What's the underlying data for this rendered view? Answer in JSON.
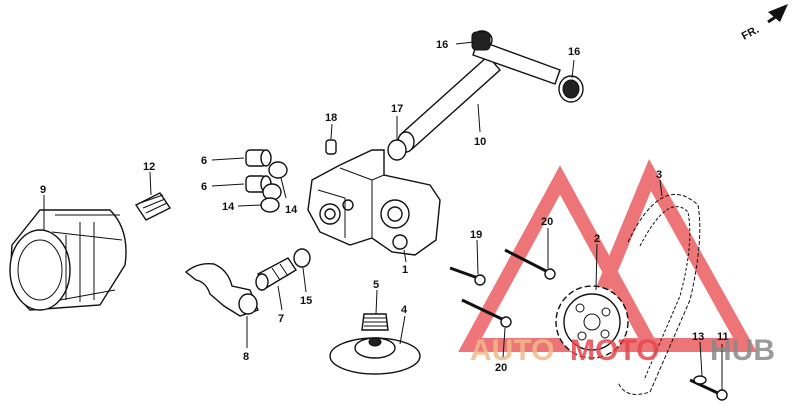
{
  "diagram": {
    "direction_marker": "FR.",
    "watermark": {
      "text_orange": "AUTO",
      "text_red": "MOTO",
      "text_gray": "HUB",
      "colors": {
        "orange": "#f2b98a",
        "red": "#e8474c",
        "gray": "#8a8a8a"
      }
    },
    "callouts": [
      {
        "id": "c16a",
        "text": "16"
      },
      {
        "id": "c16b",
        "text": "16"
      },
      {
        "id": "c10",
        "text": "10"
      },
      {
        "id": "c17",
        "text": "17"
      },
      {
        "id": "c18",
        "text": "18"
      },
      {
        "id": "c3",
        "text": "3"
      },
      {
        "id": "c12",
        "text": "12"
      },
      {
        "id": "c9",
        "text": "9"
      },
      {
        "id": "c6a",
        "text": "6"
      },
      {
        "id": "c6b",
        "text": "6"
      },
      {
        "id": "c14a",
        "text": "14"
      },
      {
        "id": "c14b",
        "text": "14"
      },
      {
        "id": "c20a",
        "text": "20"
      },
      {
        "id": "c19",
        "text": "19"
      },
      {
        "id": "c2",
        "text": "2"
      },
      {
        "id": "c1",
        "text": "1"
      },
      {
        "id": "c5",
        "text": "5"
      },
      {
        "id": "c15",
        "text": "15"
      },
      {
        "id": "c7",
        "text": "7"
      },
      {
        "id": "c4",
        "text": "4"
      },
      {
        "id": "c8",
        "text": "8"
      },
      {
        "id": "c20b",
        "text": "20"
      },
      {
        "id": "c13",
        "text": "13"
      },
      {
        "id": "c11",
        "text": "11"
      }
    ]
  }
}
